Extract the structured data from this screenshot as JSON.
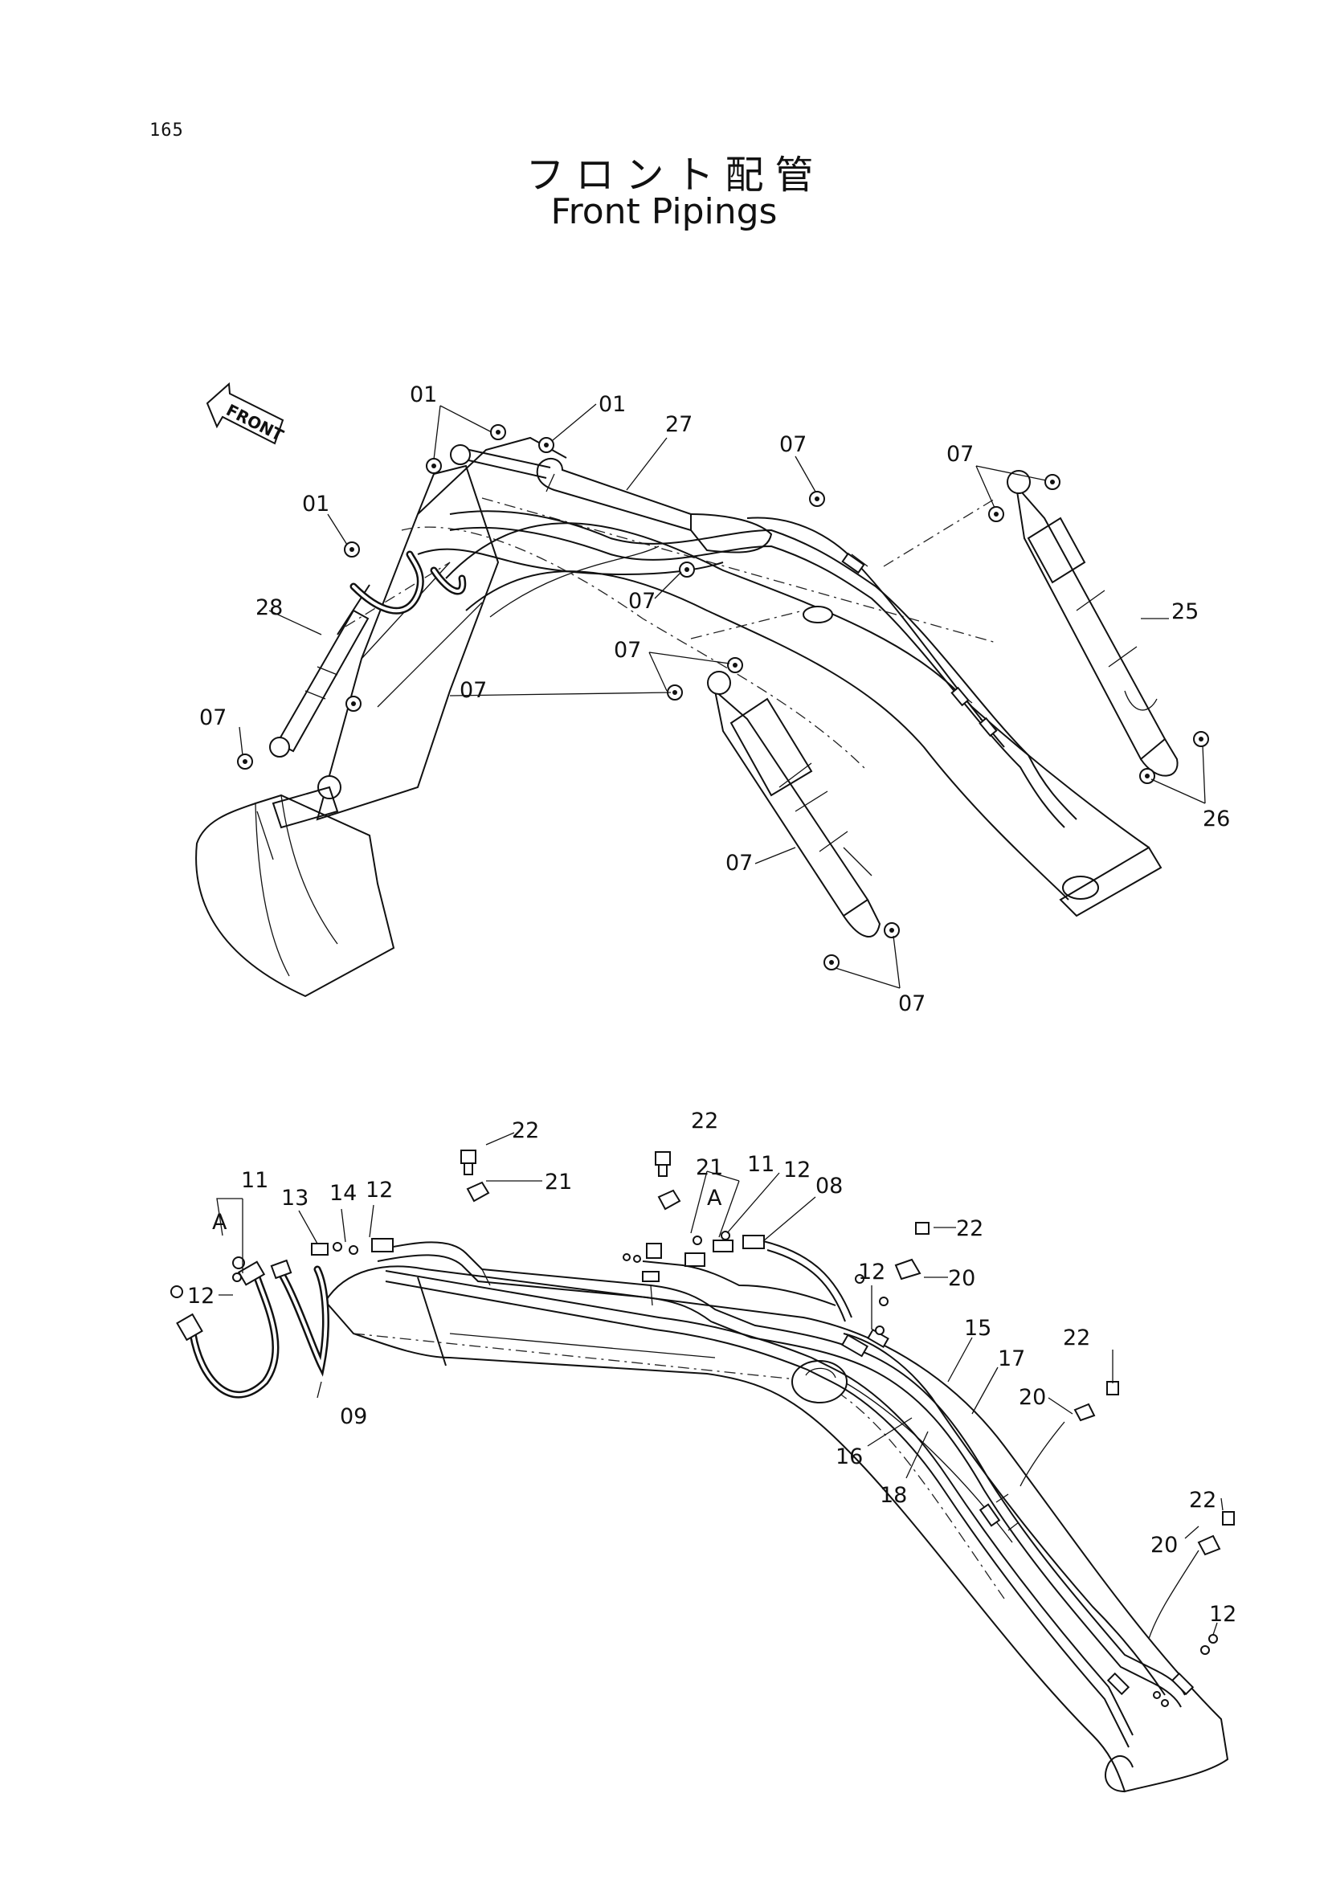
{
  "page": {
    "number": "165",
    "title_jp": "フロント配管",
    "title_en": "Front Pipings"
  },
  "front_arrow": {
    "label": "FRONT"
  },
  "top_diagram": {
    "labels": [
      "01",
      "01",
      "27",
      "07",
      "07",
      "01",
      "07",
      "28",
      "25",
      "07",
      "07",
      "07",
      "26",
      "07",
      "07"
    ]
  },
  "bottom_diagram": {
    "labels": [
      "22",
      "22",
      "11",
      "21",
      "11",
      "12",
      "13",
      "14",
      "12",
      "21",
      "A",
      "08",
      "22",
      "A",
      "12",
      "20",
      "12",
      "15",
      "22",
      "17",
      "20",
      "09",
      "16",
      "18",
      "22",
      "20",
      "12"
    ]
  }
}
